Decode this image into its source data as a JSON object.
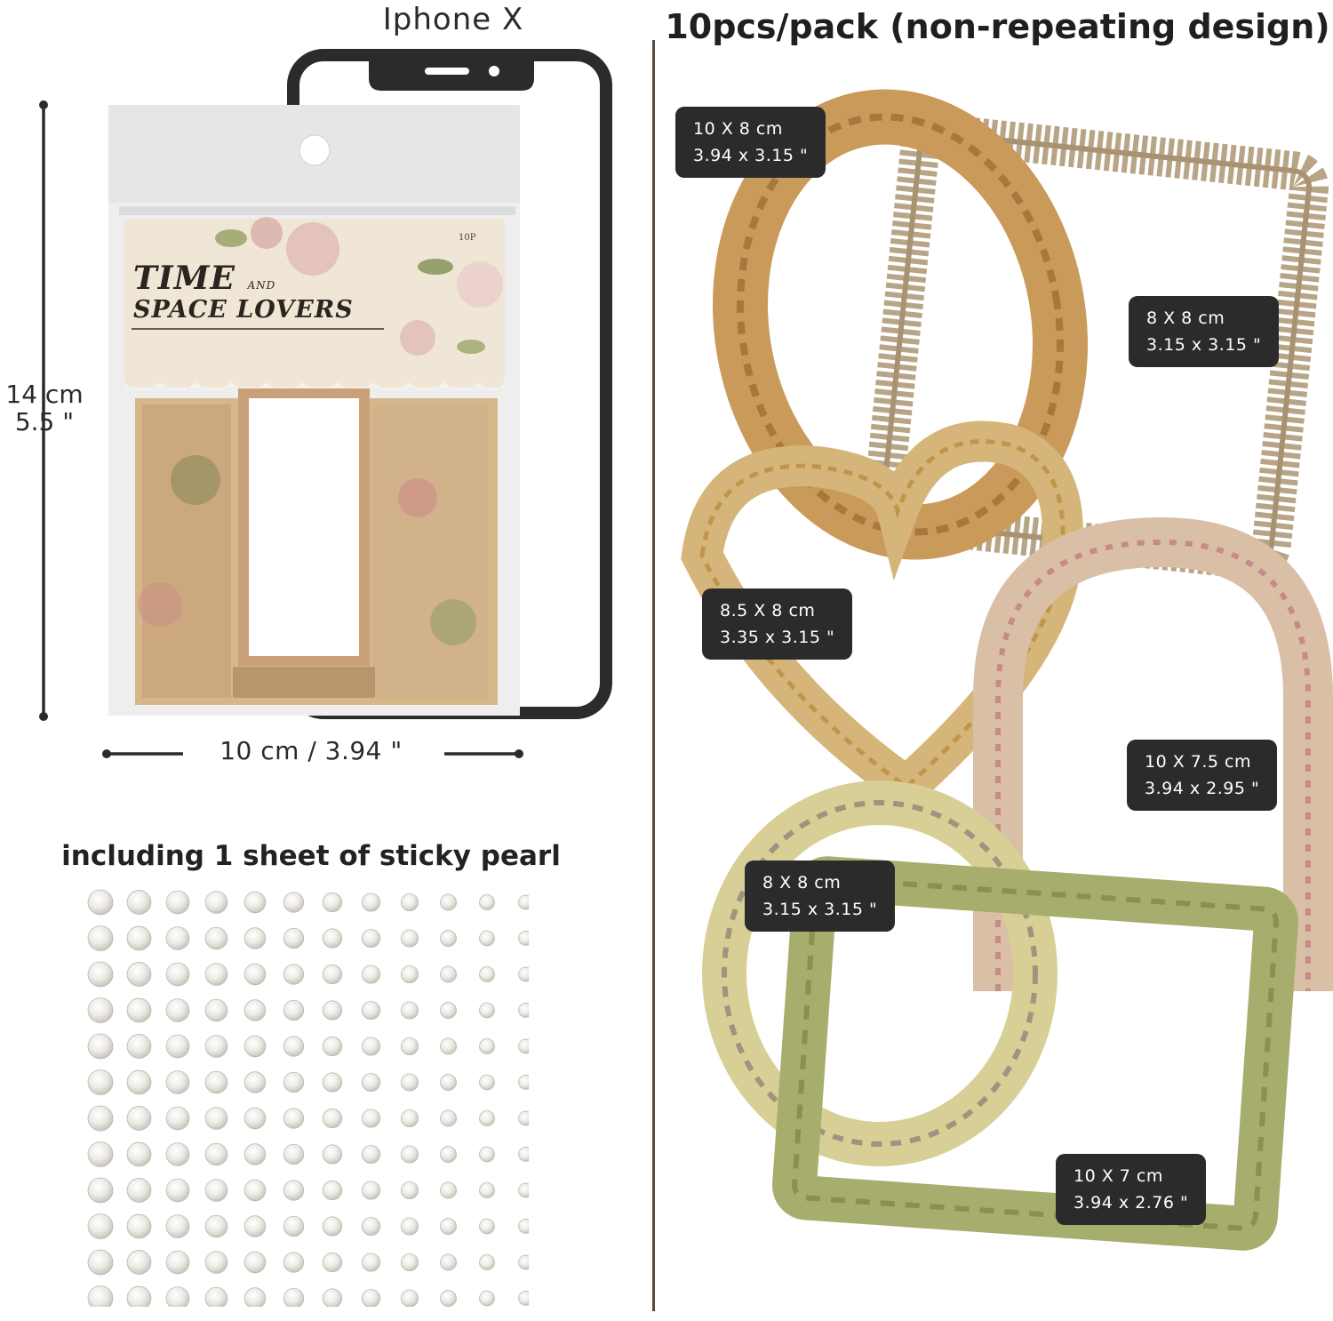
{
  "phone_label": "Iphone X",
  "height_dimension": {
    "metric": "14 cm",
    "imperial": "5.5 \""
  },
  "width_dimension": "10 cm / 3.94 \"",
  "package": {
    "title_line1": "TIME",
    "title_and": "AND",
    "title_line2": "SPACE LOVERS",
    "badge": "10P"
  },
  "pearl_sheet": {
    "title": "including 1 sheet of sticky pearl",
    "rows": 12,
    "columns": 12
  },
  "pack_title": "10pcs/pack (non-repeating design)",
  "frames": [
    {
      "shape": "oval",
      "metric": "10 X 8 cm",
      "imperial": "3.94 x 3.15 \"",
      "color": "#c99a5a"
    },
    {
      "shape": "rectangle",
      "metric": "8 X 8 cm",
      "imperial": "3.15 x 3.15 \"",
      "color": "#b8a486"
    },
    {
      "shape": "heart",
      "metric": "8.5 X 8 cm",
      "imperial": "3.35 x 3.15 \"",
      "color": "#d6b57a"
    },
    {
      "shape": "arch",
      "metric": "10 X 7.5 cm",
      "imperial": "3.94 x 2.95 \"",
      "color": "#d9bfa6"
    },
    {
      "shape": "round",
      "metric": "8 X 8 cm",
      "imperial": "3.15 x 3.15 \"",
      "color": "#d8cf96"
    },
    {
      "shape": "rectangle",
      "metric": "10 X 7 cm",
      "imperial": "3.94 x 2.76 \"",
      "color": "#a7ad6c"
    }
  ]
}
